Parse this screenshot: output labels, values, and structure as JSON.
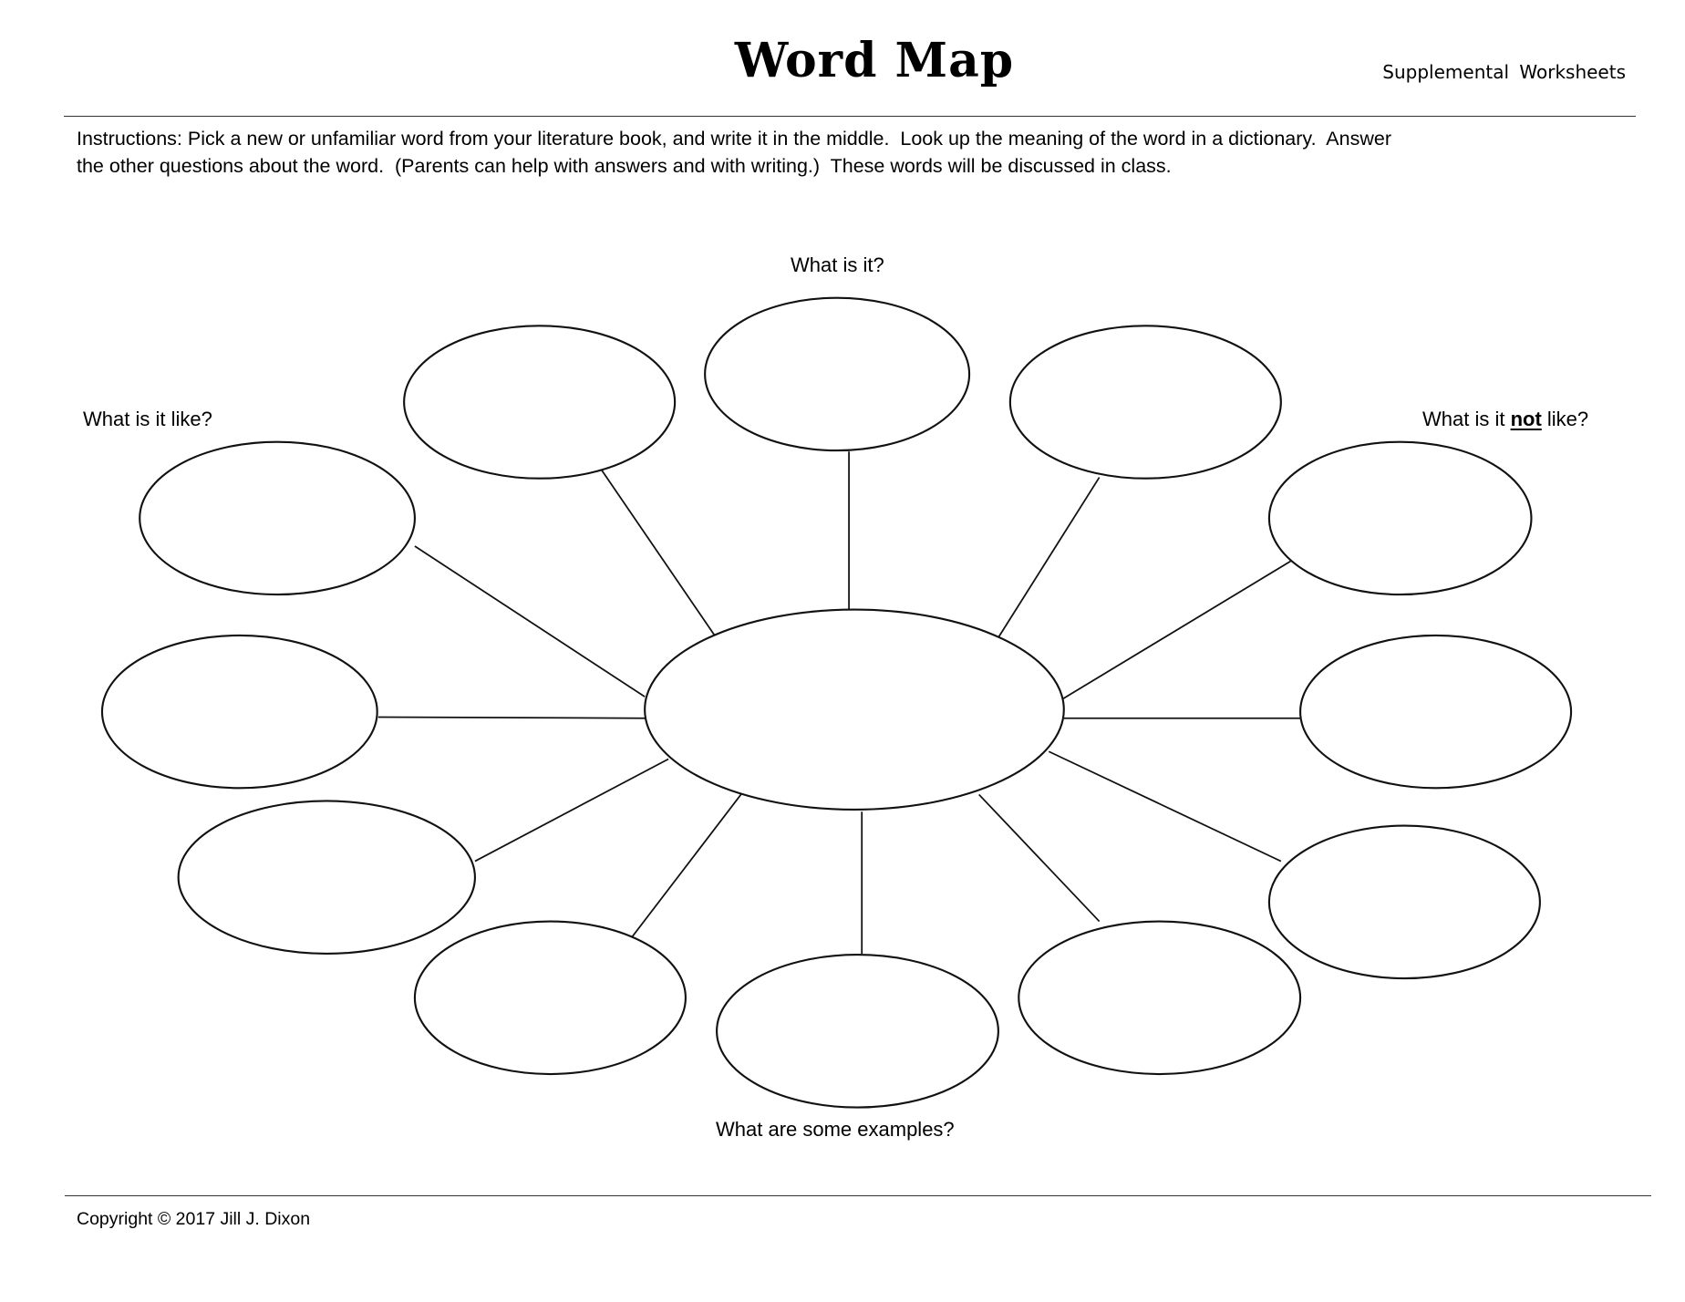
{
  "header": {
    "title": "Word Map",
    "series": "Supplemental  Worksheets"
  },
  "instructions": {
    "line1": "Instructions: Pick a new or unfamiliar word from your literature book, and write it in the middle.  Look up the meaning of the word in a dictionary.  Answer",
    "line2": "the other questions about the word.  (Parents can help with answers and with writing.)  These words will be discussed in class."
  },
  "prompts": {
    "what_is_it": "What is it?",
    "what_is_it_like": "What is it like?",
    "not_like_prefix": "What is it ",
    "not_like_emphasis": "not",
    "not_like_suffix": " like?",
    "examples": "What are some examples?"
  },
  "diagram": {
    "center_word": "",
    "bubble_count": 12,
    "stroke_color": "#111111"
  },
  "footer": {
    "copyright": "Copyright © 2017 Jill J. Dixon"
  }
}
